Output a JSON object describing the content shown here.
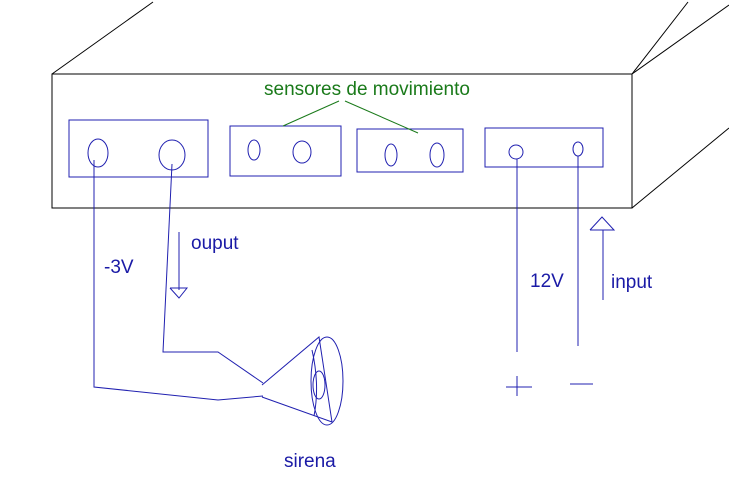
{
  "labels": {
    "sensors": "sensores de movimiento",
    "output": "ouput",
    "neg_voltage": "-3V",
    "supply_voltage": "12V",
    "input": "input",
    "siren": "sirena",
    "plus": "+",
    "minus": "−"
  },
  "colors": {
    "box_outline": "#000000",
    "wire": "#2020b0",
    "sensor_label": "#1a7a1a",
    "text": "#1a1aa6"
  }
}
